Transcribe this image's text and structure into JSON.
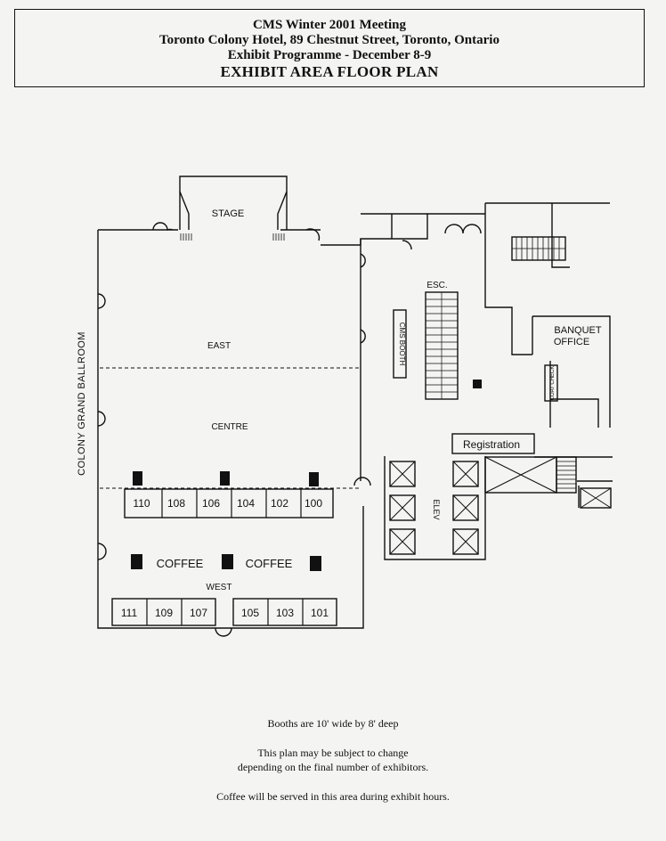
{
  "header": {
    "line1": "CMS Winter 2001 Meeting",
    "line2": "Toronto Colony Hotel, 89 Chestnut Street, Toronto, Ontario",
    "line3": "Exhibit Programme - December 8-9",
    "title": "EXHIBIT AREA FLOOR PLAN"
  },
  "rooms": {
    "stage": "STAGE",
    "east": "EAST",
    "centre": "CENTRE",
    "west": "WEST",
    "ballroom": "COLONY GRAND BALLROOM",
    "esc": "ESC.",
    "cms_booth": "CMS BOOTH",
    "banquet_line1": "BANQUET",
    "banquet_line2": "OFFICE",
    "coat_check": "COAT CHECK",
    "registration": "Registration",
    "elev": "ELEV"
  },
  "booths_upper": [
    "110",
    "108",
    "106",
    "104",
    "102",
    "100"
  ],
  "booths_lower_left": [
    "111",
    "109",
    "107"
  ],
  "booths_lower_right": [
    "105",
    "103",
    "101"
  ],
  "coffee": [
    "COFFEE",
    "COFFEE"
  ],
  "notes": {
    "booth_size": "Booths are 10' wide by 8' deep",
    "change_line1": "This plan may be subject to change",
    "change_line2": "depending on the final number of exhibitors.",
    "coffee_note": "Coffee will be served in this area during exhibit hours."
  }
}
